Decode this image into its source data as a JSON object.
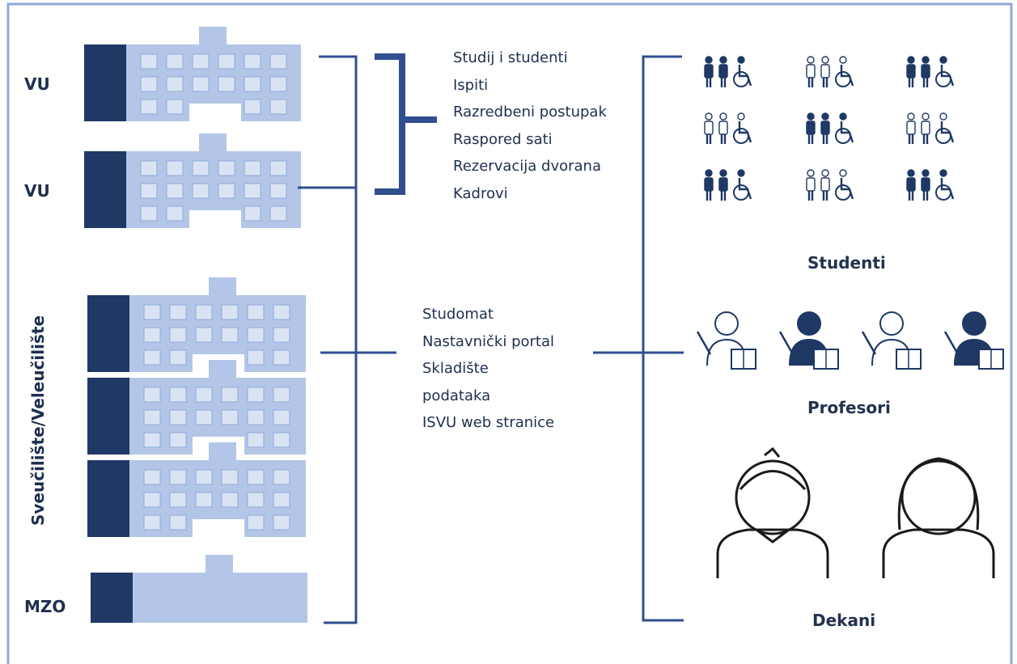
{
  "left_labels": {
    "vu_1": "VU",
    "vu_2": "VU",
    "university": "Sveučilište/Veleučilište",
    "mzo": "MZO"
  },
  "top_modules": [
    "Studij i studenti",
    "Ispiti",
    "Razredbeni postupak",
    "Raspored sati",
    "Rezervacija dvorana",
    "Kadrovi"
  ],
  "mid_modules": [
    "Studomat",
    "Nastavnički portal",
    "Skladište",
    "podataka",
    "ISVU web stranice"
  ],
  "groups": {
    "students": "Studenti",
    "professors": "Profesori",
    "deans": "Dekani"
  },
  "colors": {
    "dark": "#1f3864",
    "light": "#b4c6e7",
    "window": "#dae3f3",
    "line": "#2f4f8f",
    "frame": "#8ea9db"
  }
}
